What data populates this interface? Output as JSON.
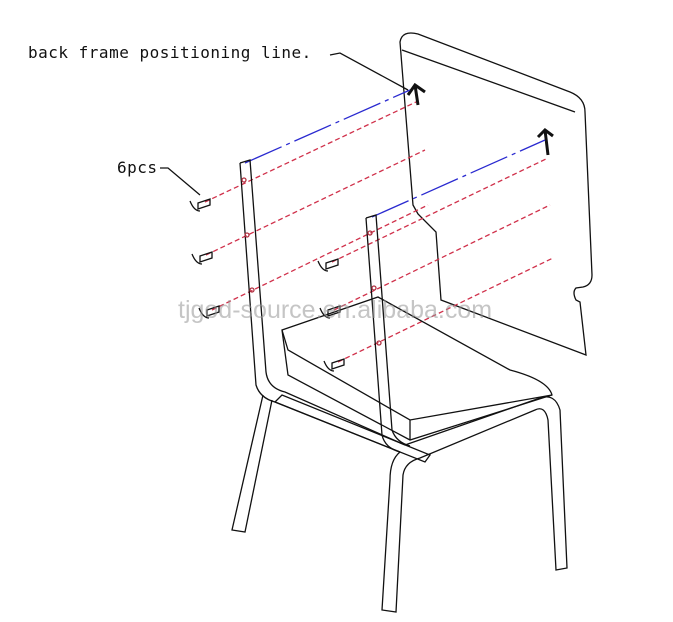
{
  "labels": {
    "positioning_line": "back frame positioning line.",
    "screw_count": "6pcs"
  },
  "watermark": "tjgod-source.en.alibaba.com",
  "colors": {
    "outline": "#111111",
    "positioning_line": "#2a2ad0",
    "screw_line": "#d0304a"
  }
}
